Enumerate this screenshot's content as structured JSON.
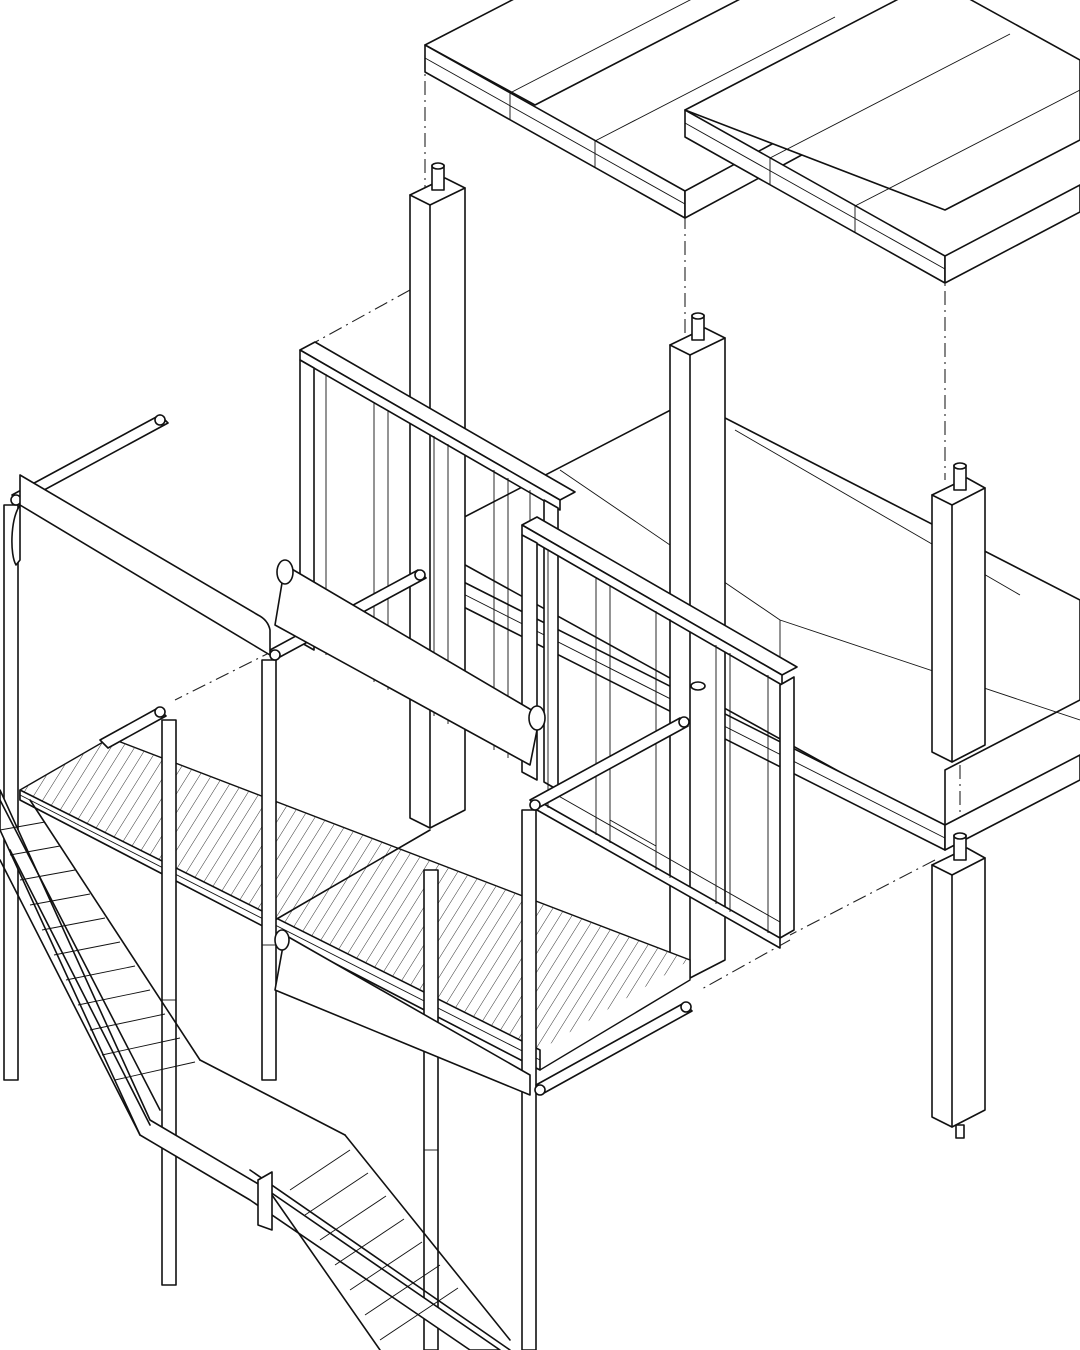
{
  "drawing": {
    "kind": "exploded axonometric line drawing",
    "background_color": "#ffffff",
    "line_color": "#111111",
    "components": [
      {
        "id": "hollow-core-slab-upper-left"
      },
      {
        "id": "hollow-core-slab-upper-right"
      },
      {
        "id": "hollow-core-slab-lower"
      },
      {
        "id": "column-left"
      },
      {
        "id": "column-middle"
      },
      {
        "id": "column-right-upper"
      },
      {
        "id": "column-right-lower"
      },
      {
        "id": "glazed-frame-back"
      },
      {
        "id": "glazed-frame-front"
      },
      {
        "id": "walkway-grated-deck"
      },
      {
        "id": "steel-posts"
      },
      {
        "id": "roller-awnings"
      },
      {
        "id": "staircase"
      },
      {
        "id": "alignment-lines"
      }
    ]
  }
}
